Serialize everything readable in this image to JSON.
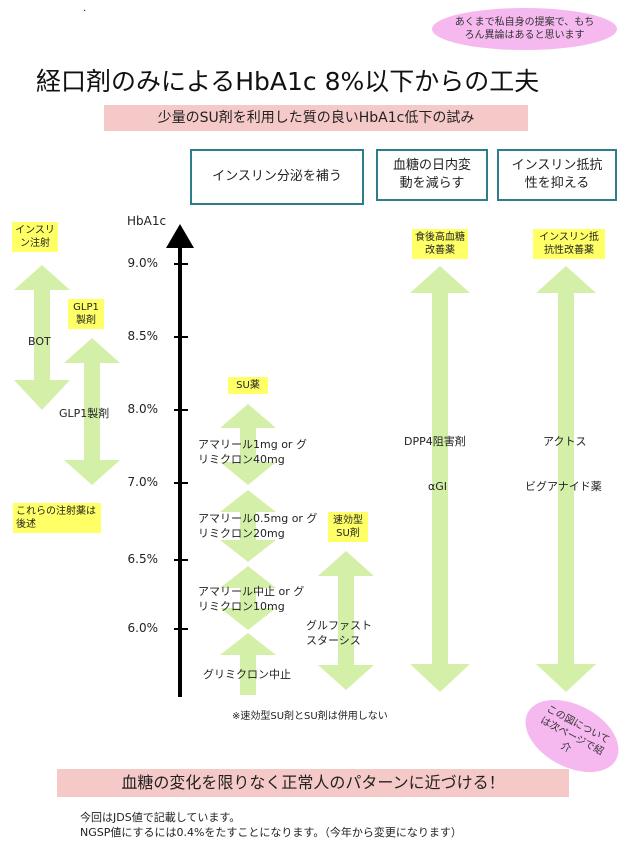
{
  "dot": "·",
  "disclaimer_bubble": "あくまで私自身の提案で、もちろん異論はあると思います",
  "title": "経口剤のみによるHbA1c 8%以下からの工夫",
  "subtitle": "少量のSU剤を利用した質の良いHbA1c低下の試み",
  "categories": {
    "insulin_secretion": "インスリン分泌を補う",
    "glucose_variability": "血糖の日内変動を減らす",
    "insulin_resistance": "インスリン抵抗性を抑える"
  },
  "axis": {
    "label": "HbA1c",
    "ticks": [
      "9.0%",
      "8.5%",
      "8.0%",
      "7.0%",
      "6.5%",
      "6.0%"
    ]
  },
  "left": {
    "insulin_label": "インスリン注射",
    "bot": "BOT",
    "glp1_label": "GLP1製剤",
    "glp1_text": "GLP1製剤",
    "injection_note": "これらの注射薬は後述"
  },
  "su": {
    "label": "SU薬",
    "step1": "アマリール1mg or グリミクロン40mg",
    "step2": "アマリール0.5mg or グリミクロン20mg",
    "step3": "アマリール中止 or グリミクロン10mg",
    "step4": "グリミクロン中止"
  },
  "rapid_su": {
    "label": "速効型SU剤",
    "text": "グルファスト スターシス"
  },
  "postprandial": {
    "label": "食後高血糖改善薬",
    "drug1": "DPP4阻害剤",
    "drug2": "αGI"
  },
  "resistance": {
    "label": "インスリン抵抗性改善薬",
    "drug1": "アクトス",
    "drug2": "ビグアナイド薬"
  },
  "combination_note": "※速効型SU剤とSU剤は併用しない",
  "next_page_bubble": "この図については次ページで紹介",
  "bottom_band": "血糖の変化を限りなく正常人のパターンに近づける！",
  "footnote1": "今回はJDS値で記載しています。",
  "footnote2": "NGSP値にするには0.4%をたすことになります。（今年から変更になります）",
  "colors": {
    "arrow_fill": "#d4f0a8",
    "label_yellow": "#ffff66",
    "pink": "#f6c9c9",
    "bubble": "#f5b8ef",
    "box_border": "#2e7d8c"
  }
}
